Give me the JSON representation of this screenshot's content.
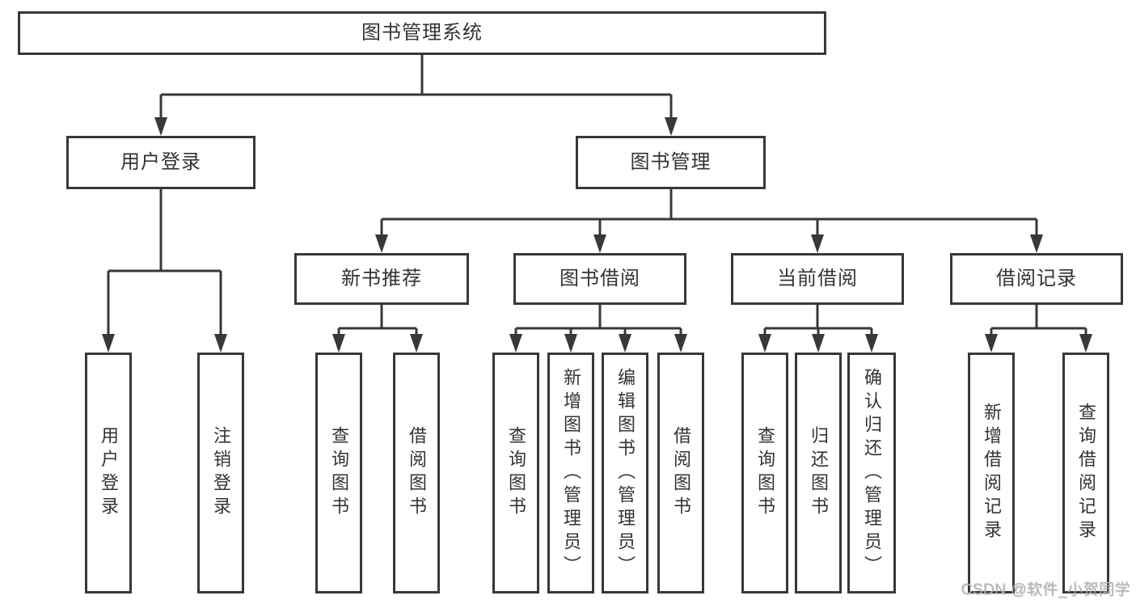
{
  "diagram": {
    "root": "图书管理系统",
    "level2": {
      "user_login": "用户登录",
      "book_management": "图书管理"
    },
    "level3": {
      "new_book_recommend": "新书推荐",
      "book_borrow": "图书借阅",
      "current_borrow": "当前借阅",
      "borrow_record": "借阅记录"
    },
    "leaves": {
      "user_login": "用户登录",
      "logout": "注销登录",
      "nb_query_book": "查询图书",
      "nb_borrow_book": "借阅图书",
      "bb_query_book": "查询图书",
      "bb_add_book": "新增图书（管理员）",
      "bb_edit_book": "编辑图书（管理员）",
      "bb_borrow_book": "借阅图书",
      "cb_query_book": "查询图书",
      "cb_return_book": "归还图书",
      "cb_confirm_return": "确认归还（管理员）",
      "br_add_record": "新增借阅记录",
      "br_query_record": "查询借阅记录"
    }
  },
  "watermark": "CSDN @软件_小贺同学",
  "colors": {
    "line": "#383838",
    "text": "#333333",
    "watermark": "#b3b3b3",
    "background": "#ffffff"
  }
}
